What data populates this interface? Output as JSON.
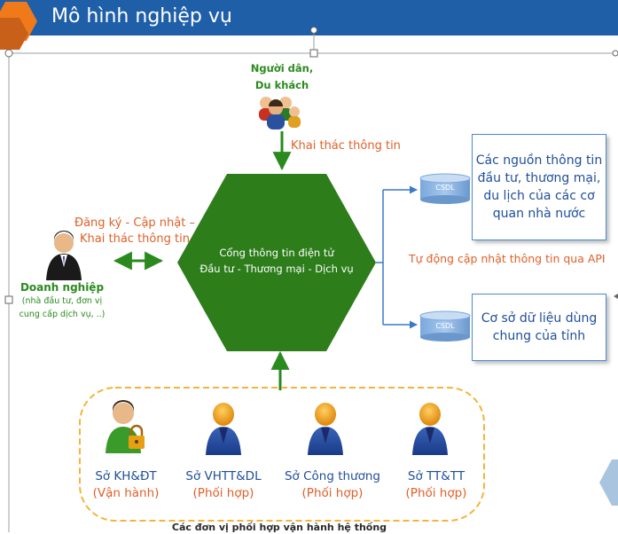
{
  "header": {
    "title": "Mô hình nghiệp vụ"
  },
  "citizen": {
    "line1": "Người dân,",
    "line2": "Du khách"
  },
  "edge_exploit": "Khai thác thông tin",
  "portal": {
    "line1": "Cổng thông tin điện tử",
    "line2": "Đầu tư - Thương mại - Dịch vụ"
  },
  "business": {
    "name": "Doanh nghiệp",
    "line1": "(nhà đầu tư, đơn vị",
    "line2": "cung cấp dịch vụ, ..)"
  },
  "edge_business": {
    "line1": "Đăng ký - Cập nhật –",
    "line2": "Khai thác thông tin"
  },
  "edge_auto": "Tự động cập nhật thông tin qua API",
  "db1": {
    "label": "CSDL",
    "line1": "Các nguồn thông tin",
    "line2": "đầu tư, thương mại,",
    "line3": "du lịch của các cơ",
    "line4": "quan nhà nước"
  },
  "db2": {
    "label": "CSDL",
    "line1": "Cơ sở dữ liệu dùng",
    "line2": "chung của tỉnh"
  },
  "departments": [
    {
      "name": "Sở KH&ĐT",
      "role": "(Vận hành)"
    },
    {
      "name": "Sở VHTT&DL",
      "role": "(Phối hợp)"
    },
    {
      "name": "Sở Công thương",
      "role": "(Phối hợp)"
    },
    {
      "name": "Sở TT&TT",
      "role": "(Phối hợp)"
    }
  ],
  "footer": "Các đơn vị phối hợp vận hành hệ thống",
  "colors": {
    "header": "#1f5fa8",
    "hexagon": "#2d7d1b",
    "green_text": "#2a8a1e",
    "orange_text": "#e0602a",
    "blue_text": "#1f4e9a",
    "frame": "#f2b53a"
  }
}
